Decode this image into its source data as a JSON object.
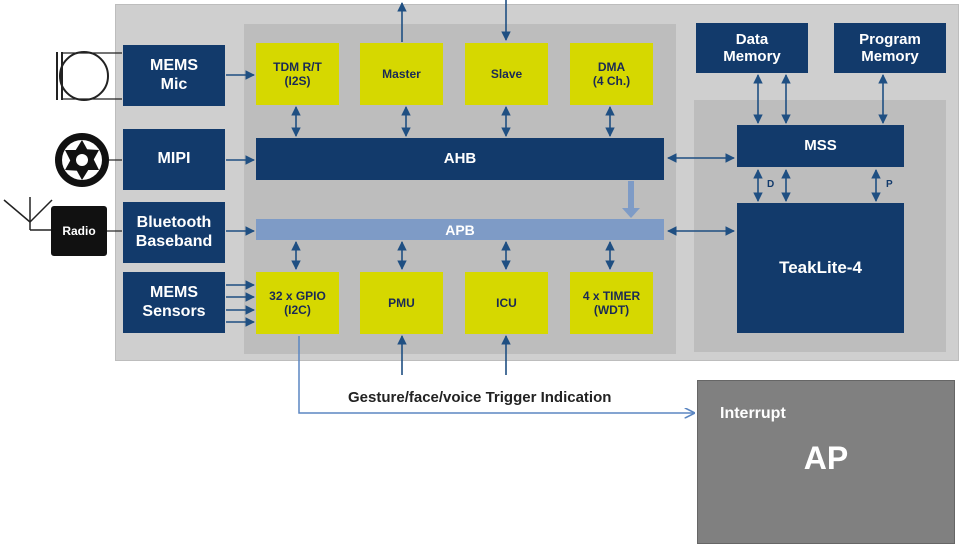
{
  "blocks": {
    "mems_mic": "MEMS\nMic",
    "mipi": "MIPI",
    "bluetooth": "Bluetooth\nBaseband",
    "mems_sensors": "MEMS\nSensors",
    "tdm": "TDM R/T\n(I2S)",
    "master": "Master",
    "slave": "Slave",
    "dma": "DMA\n(4 Ch.)",
    "ahb": "AHB",
    "apb": "APB",
    "gpio": "32 x GPIO\n(I2C)",
    "pmu": "PMU",
    "icu": "ICU",
    "timer": "4 x TIMER\n(WDT)",
    "data_memory": "Data\nMemory",
    "program_memory": "Program\nMemory",
    "mss": "MSS",
    "teaklite": "TeakLite-4",
    "d_label": "D",
    "p_label": "P"
  },
  "radio": "Radio",
  "trigger_text": "Gesture/face/voice Trigger Indication",
  "ap": {
    "interrupt": "Interrupt",
    "title": "AP"
  },
  "colors": {
    "navy": "#123a6b",
    "yellow": "#d6d800",
    "apb": "#7e9bc6",
    "arrow": "#1f4f82",
    "ap": "#808080"
  }
}
